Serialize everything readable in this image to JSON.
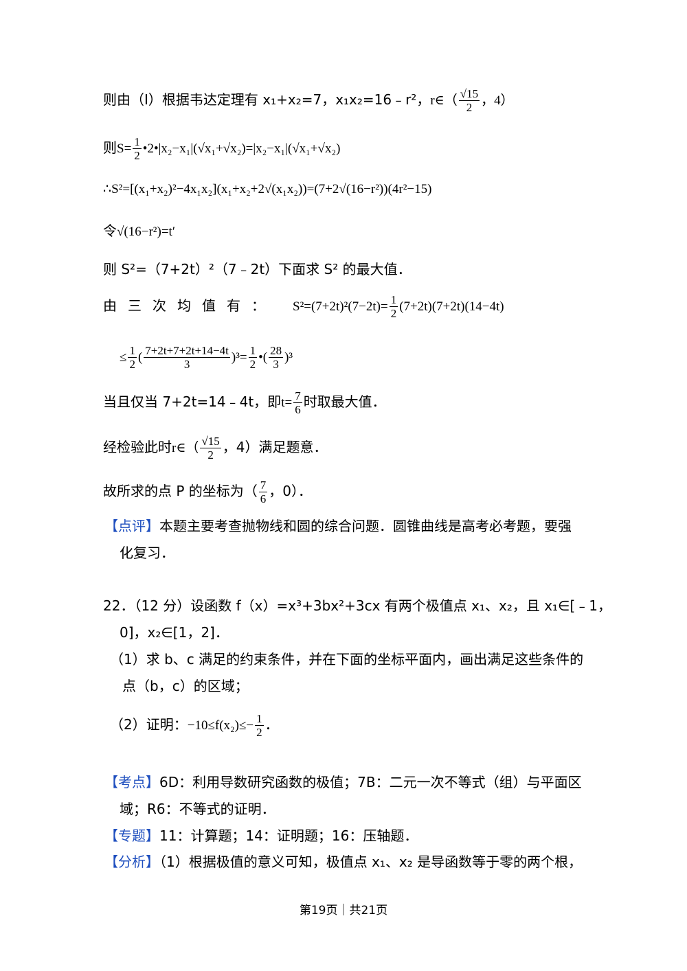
{
  "lines": {
    "l1": "则由（I）根据韦达定理有 x₁+x₂=7，x₁x₂=16﹣r²，",
    "l1_r": "r∈（",
    "l1_num": "√15",
    "l1_den": "2",
    "l1_tail": "，4）",
    "l2_pre": "则",
    "l2_s": "S=",
    "l2_half_num": "1",
    "l2_half_den": "2",
    "l2_rest": "•2•|x₂−x₁|(√x₁+√x₂)=|x₂−x₁|(√x₁+√x₂)",
    "l3": "∴S²=[(x₁+x₂)²−4x₁x₂](x₁+x₂+2√(x₁x₂))=(7+2√(16−r²))(4r²−15)",
    "l4_pre": "令",
    "l4_expr": "√(16−r²)=t′",
    "l5": "则 S²=（7+2t）²（7﹣2t）下面求 S² 的最大值．",
    "l6_pre": "由三次均值有：",
    "l6_expr_a": "S²=(7+2t)²(7−2t)=",
    "l6_num": "1",
    "l6_den": "2",
    "l6_expr_b": "(7+2t)(7+2t)(14−4t)",
    "l7_a": "≤",
    "l7_f1_num": "1",
    "l7_f1_den": "2",
    "l7_b": "(",
    "l7_f2_num": "7+2t+7+2t+14−4t",
    "l7_f2_den": "3",
    "l7_c": ")³=",
    "l7_f3_num": "1",
    "l7_f3_den": "2",
    "l7_d": "•(",
    "l7_f4_num": "28",
    "l7_f4_den": "3",
    "l7_e": ")³",
    "l8_a": "当且仅当 7+2t=14﹣4t，即",
    "l8_t": "t=",
    "l8_num": "7",
    "l8_den": "6",
    "l8_b": "时取最大值．",
    "l9_a": "经检验此时",
    "l9_r": "r∈（",
    "l9_num": "√15",
    "l9_den": "2",
    "l9_b": "，4）满足题意．",
    "l10_a": "故所求的点 P 的坐标为（",
    "l10_num": "7",
    "l10_den": "6",
    "l10_b": "，0）．",
    "review_tag": "【点评】",
    "review_text": "本题主要考查抛物线和圆的综合问题．圆锥曲线是高考必考题，要强",
    "review_text2": "化复习．",
    "q22_a": "22．（12 分）设函数 f（x）=x³+3bx²+3cx 有两个极值点 x₁、x₂，且 x₁∈[﹣1，",
    "q22_b": "0]，x₂∈[1，2]．",
    "q22_1a": "（1）求 b、c 满足的约束条件，并在下面的坐标平面内，画出满足这些条件的",
    "q22_1b": "点（b，c）的区域；",
    "q22_2a": "（2）证明：",
    "q22_2expr": "−10≤f(x₂)≤−",
    "q22_2num": "1",
    "q22_2den": "2",
    "q22_2end": "．",
    "kd_tag": "【考点】",
    "kd_text": "6D：利用导数研究函数的极值；7B：二元一次不等式（组）与平面区",
    "kd_text2": "域；R6：不等式的证明．",
    "zt_tag": "【专题】",
    "zt_text": "11：计算题；14：证明题；16：压轴题．",
    "fx_tag": "【分析】",
    "fx_text": "（1）根据极值的意义可知，极值点 x₁、x₂ 是导函数等于零的两个根，"
  },
  "footer": "第19页｜共21页",
  "colors": {
    "tag": "#1f4fbf",
    "text": "#000000"
  }
}
